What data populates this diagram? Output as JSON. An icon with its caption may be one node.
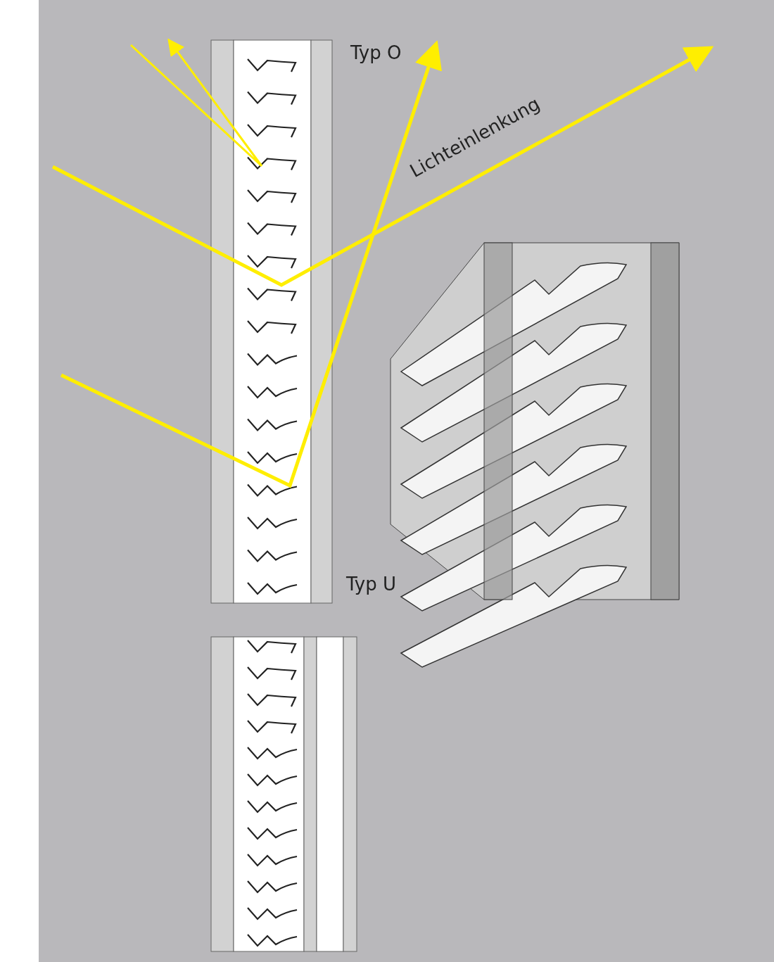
{
  "diagram": {
    "labels": [
      "Typ O",
      "Lichteinlenkung",
      "Typ U"
    ]
  }
}
